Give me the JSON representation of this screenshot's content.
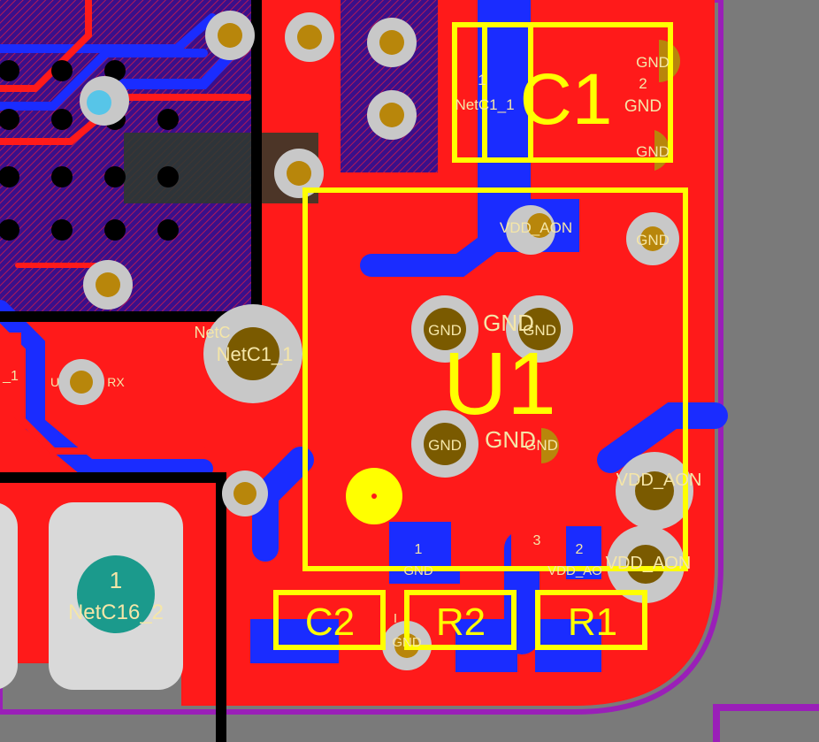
{
  "layers": {
    "background": "#7a7a7a",
    "board_edge": "#9a1fb8",
    "top_copper": "#ff1a1a",
    "bottom_copper": "#1a2cff",
    "silkscreen": "#ffff00",
    "pad_gold": "#b8860b",
    "via_ring": "#c8c8c8",
    "net_label": "#f5e6a8",
    "keepout": "#000000",
    "pad_gray": "#d9d9d9",
    "pad_teal": "#1b9a8c",
    "inner_copper": "#2e8b2e",
    "hatch": "#5a1a5a"
  },
  "designators": {
    "c1": "C1",
    "u1": "U1",
    "c2": "C2",
    "r2": "R2",
    "r1": "R1"
  },
  "pads": {
    "c1_pin1": "1",
    "c1_pin2": "2",
    "c1_net": "NetC1_1",
    "c1_gnd_right": "GND",
    "c1_gnd_top": "GND",
    "c1_gnd_bottom": "GND",
    "u1_gnd_1": "GND",
    "u1_gnd_2": "GND",
    "u1_gnd_3": "GND",
    "u1_gnd_label_top": "GND",
    "u1_gnd_label_bottom": "GND",
    "u1_gnd_half": "GND",
    "vdd_aon_top": "VDD_AON",
    "gnd_top_right": "GND",
    "vdd_aon_right_1": "VDD_AON",
    "vdd_aon_right_2": "VDD_AON",
    "netc1_via": "NetC1_1",
    "netc_partial": "NetC",
    "rx_label": "RX",
    "u_label": "U",
    "dash_1": "_1",
    "netc16_pin": "1",
    "netc16_net": "NetC16_2",
    "pad_1": "1",
    "pad_2": "2",
    "pad_3": "3",
    "pad_gnd_small": "GND",
    "pad_vdd_small": "VDD_AO",
    "r2_gnd": "GND",
    "r2_i": "I"
  }
}
